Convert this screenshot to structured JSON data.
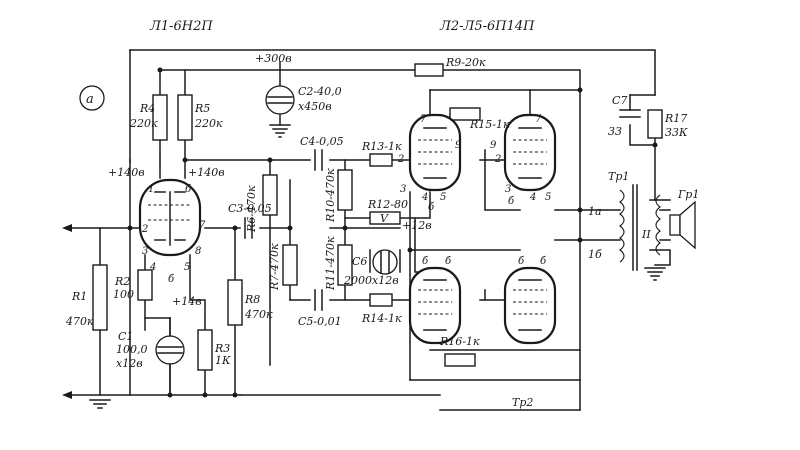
{
  "title_left": "Л1-6Н2П",
  "title_right": "Л2-Л5-6П14П",
  "panel_mark": "а",
  "supply": {
    "v300": "+300в",
    "v140_left": "+140в",
    "v140_right": "+140в",
    "v14": "+14в",
    "v12": "+12в"
  },
  "components": {
    "R1": [
      "R1",
      "470к"
    ],
    "R2": [
      "R2",
      "100"
    ],
    "R3": [
      "R3",
      "1К"
    ],
    "R4": [
      "R4",
      "220к"
    ],
    "R5": [
      "R5",
      "220к"
    ],
    "R6": "R6-470к",
    "R7": "R7-470к",
    "R8": [
      "R8",
      "470к"
    ],
    "R9": "R9-20к",
    "R10": "R10-470к",
    "R11": "R11-470к",
    "R12": "R12-80",
    "R13": "R13-1к",
    "R14": "R14-1к",
    "R15": "R15-1к",
    "R16": "R16-1к",
    "R17": [
      "R17",
      "33К"
    ],
    "C1": [
      "C1",
      "100,0",
      "х12в"
    ],
    "C2": [
      "C2-40,0",
      "х450в"
    ],
    "C3": "C3-0,05",
    "C4": "C4-0,05",
    "C5": "C5-0,01",
    "C6": [
      "C6",
      "2000х12в"
    ],
    "C7": [
      "C7",
      "33"
    ],
    "Tp1": "Tp1",
    "Tp2": "Tp2",
    "Gr1": "Гр1",
    "winding_1a": "1а",
    "winding_1b": "1б",
    "winding_II": "II",
    "V": "V"
  },
  "pins": {
    "t1_1": "1",
    "t1_2": "2",
    "t1_3": "3",
    "t1_4": "4",
    "t1_5": "5",
    "t1_6": "б",
    "t1_7": "7",
    "t1_8": "8",
    "t1_b": "б",
    "t2_7": "7",
    "t2_2": "2",
    "t2_9": "9",
    "t2_3": "3",
    "t2_4": "4",
    "t2_5": "5",
    "t2_b": "б",
    "t3_7": "7",
    "t3_2": "2",
    "t3_9": "9",
    "t3_3": "3",
    "t3_4": "4",
    "t3_5": "5",
    "t3_b": "б",
    "t4_b1": "б",
    "t4_b2": "б",
    "t5_b1": "б",
    "t5_b2": "б"
  },
  "colors": {
    "ink": "#1a1a1a",
    "paper": "#ffffff"
  }
}
